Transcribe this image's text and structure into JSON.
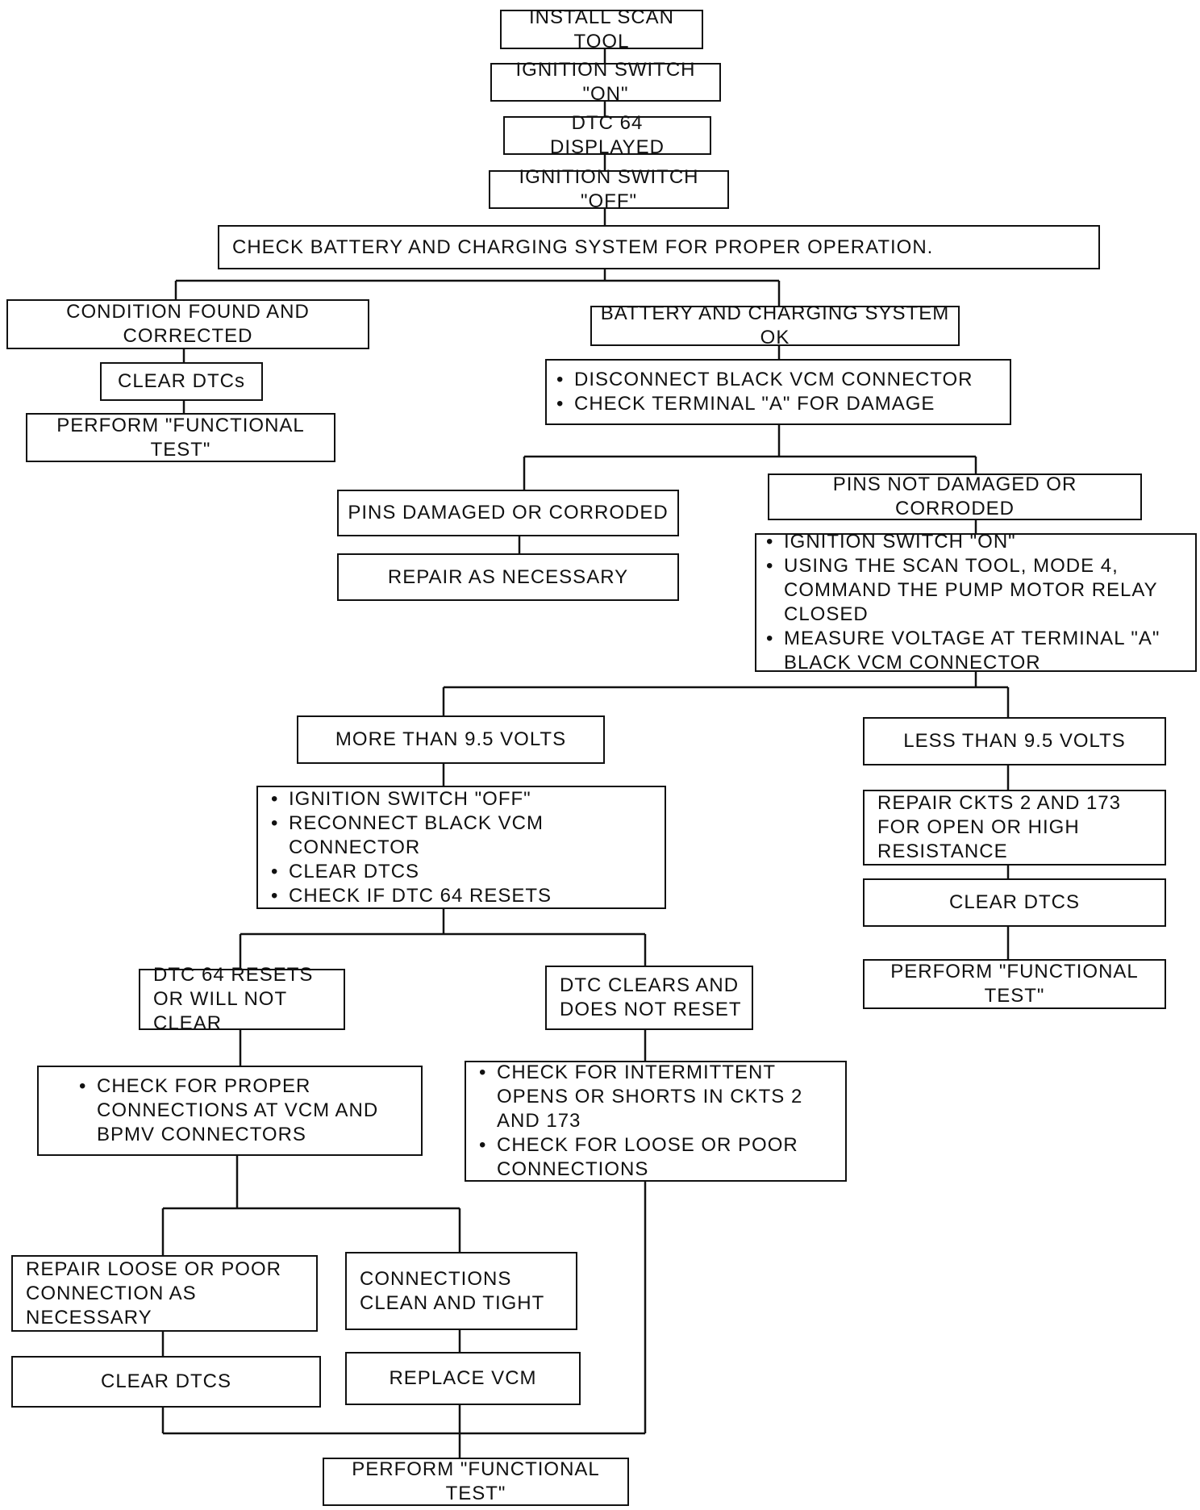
{
  "flowchart": {
    "nodes": {
      "n1": {
        "text": "INSTALL SCAN TOOL"
      },
      "n2": {
        "text": "IGNITION SWITCH \"ON\""
      },
      "n3": {
        "text": "DTC 64 DISPLAYED"
      },
      "n4": {
        "text": "IGNITION SWITCH \"OFF\""
      },
      "n5": {
        "text": "CHECK BATTERY AND CHARGING SYSTEM FOR PROPER OPERATION."
      },
      "n6": {
        "text": "CONDITION FOUND AND CORRECTED"
      },
      "n7": {
        "text": "CLEAR DTCs"
      },
      "n8": {
        "text": "PERFORM \"FUNCTIONAL TEST\""
      },
      "n9": {
        "text": "BATTERY AND CHARGING SYSTEM OK"
      },
      "n10": {
        "items": [
          "DISCONNECT BLACK VCM CONNECTOR",
          "CHECK TERMINAL \"A\" FOR DAMAGE"
        ]
      },
      "n11": {
        "text": "PINS DAMAGED OR CORRODED"
      },
      "n12": {
        "text": "REPAIR AS NECESSARY"
      },
      "n13": {
        "text": "PINS NOT DAMAGED OR CORRODED"
      },
      "n14": {
        "items": [
          "IGNITION SWITCH \"ON\"",
          "USING THE SCAN TOOL, MODE 4, COMMAND THE PUMP MOTOR RELAY CLOSED",
          "MEASURE VOLTAGE AT TERMINAL \"A\" BLACK VCM CONNECTOR"
        ]
      },
      "n15": {
        "text": "MORE THAN 9.5 VOLTS"
      },
      "n16": {
        "text": "LESS THAN 9.5 VOLTS"
      },
      "n17": {
        "items": [
          "IGNITION SWITCH \"OFF\"",
          "RECONNECT BLACK VCM CONNECTOR",
          "CLEAR DTCS",
          "CHECK IF DTC 64 RESETS"
        ]
      },
      "n18": {
        "text": "REPAIR CKTS 2 AND 173 FOR OPEN OR HIGH RESISTANCE"
      },
      "n19": {
        "text": "CLEAR DTCS"
      },
      "n20": {
        "text": "PERFORM \"FUNCTIONAL TEST\""
      },
      "n21": {
        "text": "DTC 64 RESETS OR WILL NOT CLEAR"
      },
      "n22": {
        "text": "DTC CLEARS AND DOES NOT RESET"
      },
      "n23": {
        "items": [
          "CHECK FOR PROPER CONNECTIONS AT VCM AND BPMV CONNECTORS"
        ]
      },
      "n24": {
        "items": [
          "CHECK FOR INTERMITTENT OPENS OR SHORTS IN CKTS 2 AND 173",
          "CHECK FOR LOOSE OR POOR CONNECTIONS"
        ]
      },
      "n25": {
        "text": "REPAIR LOOSE OR POOR CONNECTION AS NECESSARY"
      },
      "n26": {
        "text": "CONNECTIONS CLEAN AND TIGHT"
      },
      "n27": {
        "text": "CLEAR DTCS"
      },
      "n28": {
        "text": "REPLACE VCM"
      },
      "n29": {
        "text": "PERFORM \"FUNCTIONAL TEST\""
      }
    }
  }
}
